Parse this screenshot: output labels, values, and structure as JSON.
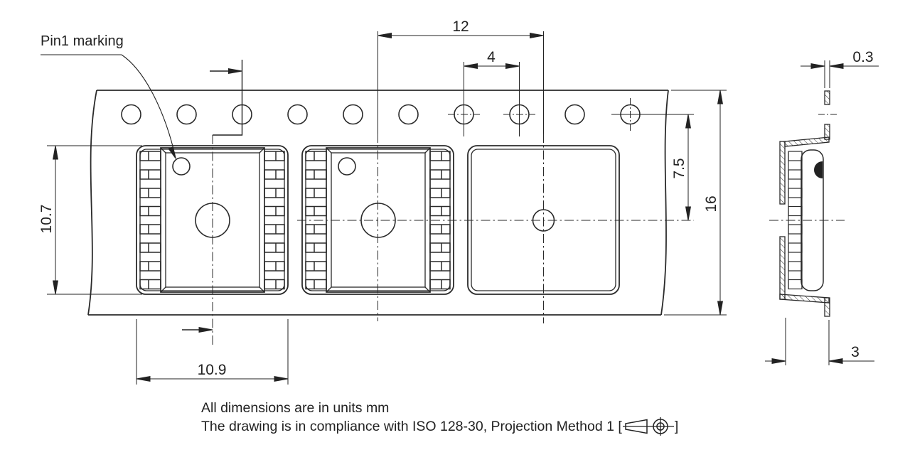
{
  "labels": {
    "pin1_marking": "Pin1 marking"
  },
  "dimensions": {
    "pocket_pitch_mm": "12",
    "sprocket_hole_pitch_mm": "4",
    "tape_edge_thickness_mm": "0.3",
    "hole_to_pocket_center_mm": "7.5",
    "tape_width_mm": "16",
    "pocket_length_mm": "10.7",
    "pocket_width_mm": "10.9",
    "pocket_depth_mm": "3"
  },
  "notes": {
    "units": "All dimensions are in units mm",
    "compliance_prefix": "The drawing is in compliance with ISO 128-30, Projection Method 1 [",
    "compliance_suffix": "]"
  },
  "colors": {
    "line": "#222222",
    "background": "#ffffff"
  }
}
